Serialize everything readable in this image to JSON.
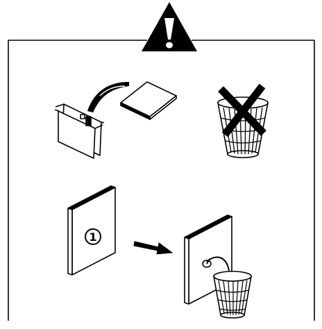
{
  "warning_symbol": {
    "icon": "warning-triangle-icon",
    "color": "#000000"
  },
  "panel": {
    "border_color": "#000000",
    "background": "#ffffff"
  },
  "step_badge": {
    "text": "1"
  },
  "illustrations": {
    "top_left": "document-into-hanging-folder",
    "top_right": "wastebasket-crossed-out",
    "bottom_left": "manual-page-number-1",
    "bottom_right": "page-with-tab-to-wastebasket"
  }
}
